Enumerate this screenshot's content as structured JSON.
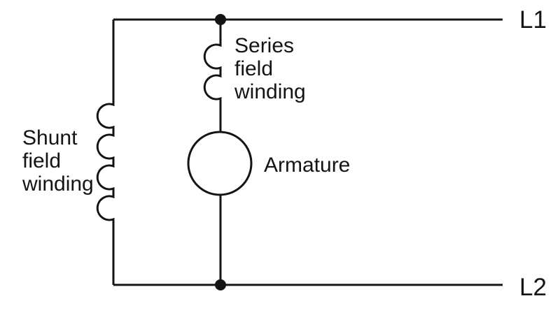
{
  "labels": {
    "shunt_field_winding": {
      "line1": "Shunt",
      "line2": "field",
      "line3": "winding"
    },
    "series_field_winding": {
      "line1": "Series",
      "line2": "field",
      "line3": "winding"
    },
    "armature": "Armature",
    "terminal_l1": "L1",
    "terminal_l2": "L2"
  },
  "colors": {
    "wire_color": "#141414",
    "text_color": "#141414",
    "background_color": "#ffffff"
  }
}
